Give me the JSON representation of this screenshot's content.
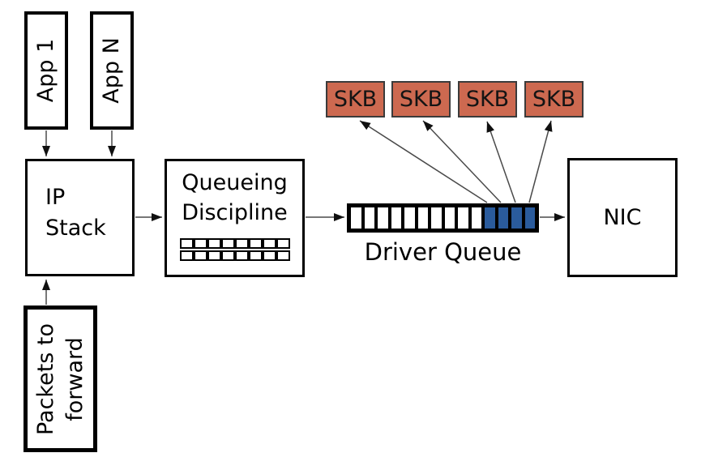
{
  "diagram": {
    "apps": {
      "app1": "App 1",
      "appn": "App N"
    },
    "ip_stack": {
      "line1": "IP",
      "line2": "Stack"
    },
    "queueing_discipline": {
      "line1": "Queueing",
      "line2": "Discipline",
      "grid_rows": 2,
      "grid_cols": 8
    },
    "driver_queue": {
      "label": "Driver Queue",
      "empty_cells": 10,
      "filled_cells": 4
    },
    "nic": {
      "label": "NIC"
    },
    "skb_labels": [
      "SKB",
      "SKB",
      "SKB",
      "SKB"
    ],
    "packets_forward": {
      "line1": "Packets to",
      "line2": "forward"
    }
  },
  "colors": {
    "skb-fill": "#cd6950",
    "skb-border": "#3b3b3b",
    "queue-filled": "#2a5b9c",
    "box-border": "#000000",
    "line": "#4a4a4a",
    "arrowhead": "#101010"
  }
}
